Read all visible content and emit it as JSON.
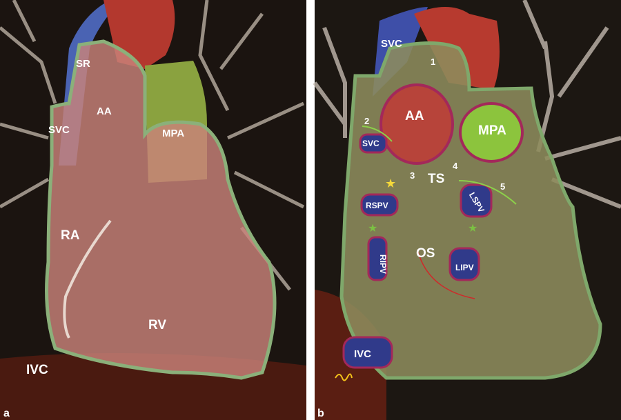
{
  "panel_a": {
    "letter": "a",
    "labels": {
      "sr": "SR",
      "aa": "AA",
      "svc": "SVC",
      "mpa": "MPA",
      "ra": "RA",
      "rv": "RV",
      "ivc": "IVC"
    }
  },
  "panel_b": {
    "letter": "b",
    "labels": {
      "svc_top": "SVC",
      "aa": "AA",
      "mpa": "MPA",
      "svc": "SVC",
      "ts": "TS",
      "os": "OS",
      "rspv": "RSPV",
      "lspv": "LSPV",
      "ripv": "RIPV",
      "lipv": "LIPV",
      "ivc": "IVC"
    },
    "numbers": [
      "1",
      "2",
      "3",
      "4",
      "5"
    ]
  },
  "colors": {
    "ra_fill": "#c98a7c",
    "outline_green": "#7fa86b",
    "aorta": "#b84235",
    "svc_blue": "#3b4f9a",
    "mpa_green": "#8cc43d",
    "vein_blue": "#303a8a",
    "vein_border": "#a3285a",
    "atrium_fill": "#8c8b5a"
  }
}
